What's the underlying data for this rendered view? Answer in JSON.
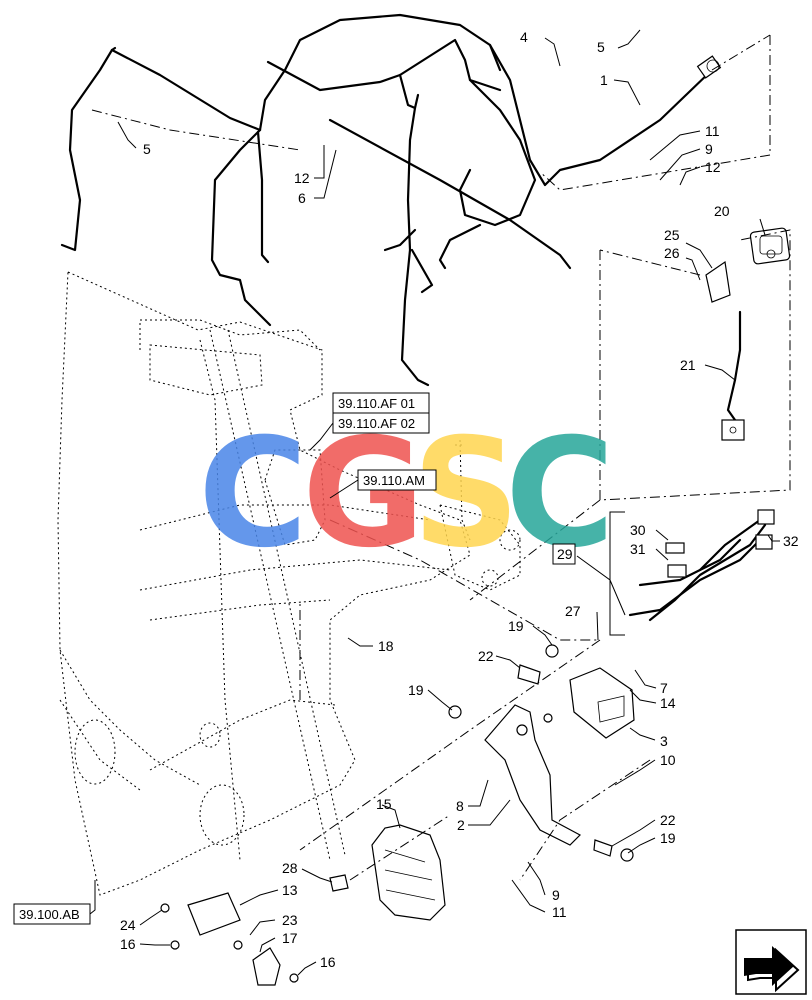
{
  "diagram": {
    "callouts": [
      {
        "id": "c1",
        "label": "1"
      },
      {
        "id": "c2",
        "label": "2"
      },
      {
        "id": "c3",
        "label": "3"
      },
      {
        "id": "c4",
        "label": "4"
      },
      {
        "id": "c5a",
        "label": "5"
      },
      {
        "id": "c5b",
        "label": "5"
      },
      {
        "id": "c6",
        "label": "6"
      },
      {
        "id": "c7",
        "label": "7"
      },
      {
        "id": "c8",
        "label": "8"
      },
      {
        "id": "c9a",
        "label": "9"
      },
      {
        "id": "c9b",
        "label": "9"
      },
      {
        "id": "c10",
        "label": "10"
      },
      {
        "id": "c11a",
        "label": "11"
      },
      {
        "id": "c11b",
        "label": "11"
      },
      {
        "id": "c12a",
        "label": "12"
      },
      {
        "id": "c12b",
        "label": "12"
      },
      {
        "id": "c13",
        "label": "13"
      },
      {
        "id": "c14",
        "label": "14"
      },
      {
        "id": "c15",
        "label": "15"
      },
      {
        "id": "c16a",
        "label": "16"
      },
      {
        "id": "c16b",
        "label": "16"
      },
      {
        "id": "c17",
        "label": "17"
      },
      {
        "id": "c18",
        "label": "18"
      },
      {
        "id": "c19a",
        "label": "19"
      },
      {
        "id": "c19b",
        "label": "19"
      },
      {
        "id": "c19c",
        "label": "19"
      },
      {
        "id": "c20",
        "label": "20"
      },
      {
        "id": "c21",
        "label": "21"
      },
      {
        "id": "c22a",
        "label": "22"
      },
      {
        "id": "c22b",
        "label": "22"
      },
      {
        "id": "c23",
        "label": "23"
      },
      {
        "id": "c24",
        "label": "24"
      },
      {
        "id": "c25",
        "label": "25"
      },
      {
        "id": "c26",
        "label": "26"
      },
      {
        "id": "c27",
        "label": "27"
      },
      {
        "id": "c28",
        "label": "28"
      },
      {
        "id": "c29",
        "label": "29"
      },
      {
        "id": "c30",
        "label": "30"
      },
      {
        "id": "c31",
        "label": "31"
      },
      {
        "id": "c32",
        "label": "32"
      }
    ],
    "references": {
      "af01": "39.110.AF 01",
      "af02": "39.110.AF 02",
      "am": "39.110.AM",
      "ab": "39.100.AB"
    },
    "watermark": {
      "letters": [
        "C",
        "G",
        "S",
        "C"
      ],
      "colors": [
        "#4a86e8",
        "#ef5350",
        "#ffd54f",
        "#26a69a"
      ]
    }
  }
}
